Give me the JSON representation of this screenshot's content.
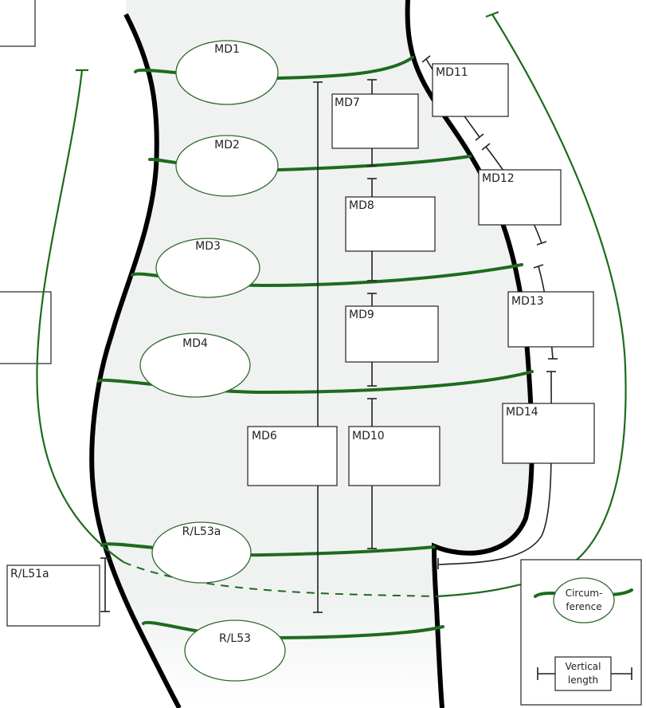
{
  "labels": {
    "md1": "MD1",
    "md2": "MD2",
    "md3": "MD3",
    "md4": "MD4",
    "md6": "MD6",
    "md7": "MD7",
    "md8": "MD8",
    "md9": "MD9",
    "md10": "MD10",
    "md11": "MD11",
    "md12": "MD12",
    "md13": "MD13",
    "md14": "MD14",
    "rl53a": "R/L53a",
    "rl53": "R/L53",
    "rl51a": "R/L51a"
  },
  "legend": {
    "circumference_line1": "Circum-",
    "circumference_line2": "ference",
    "vertical_line1": "Vertical",
    "vertical_line2": "length"
  },
  "colors": {
    "body_fill": "#f0f2f2",
    "outline": "#000000",
    "circumference": "#1e6b1e",
    "vertical": "#222222"
  }
}
